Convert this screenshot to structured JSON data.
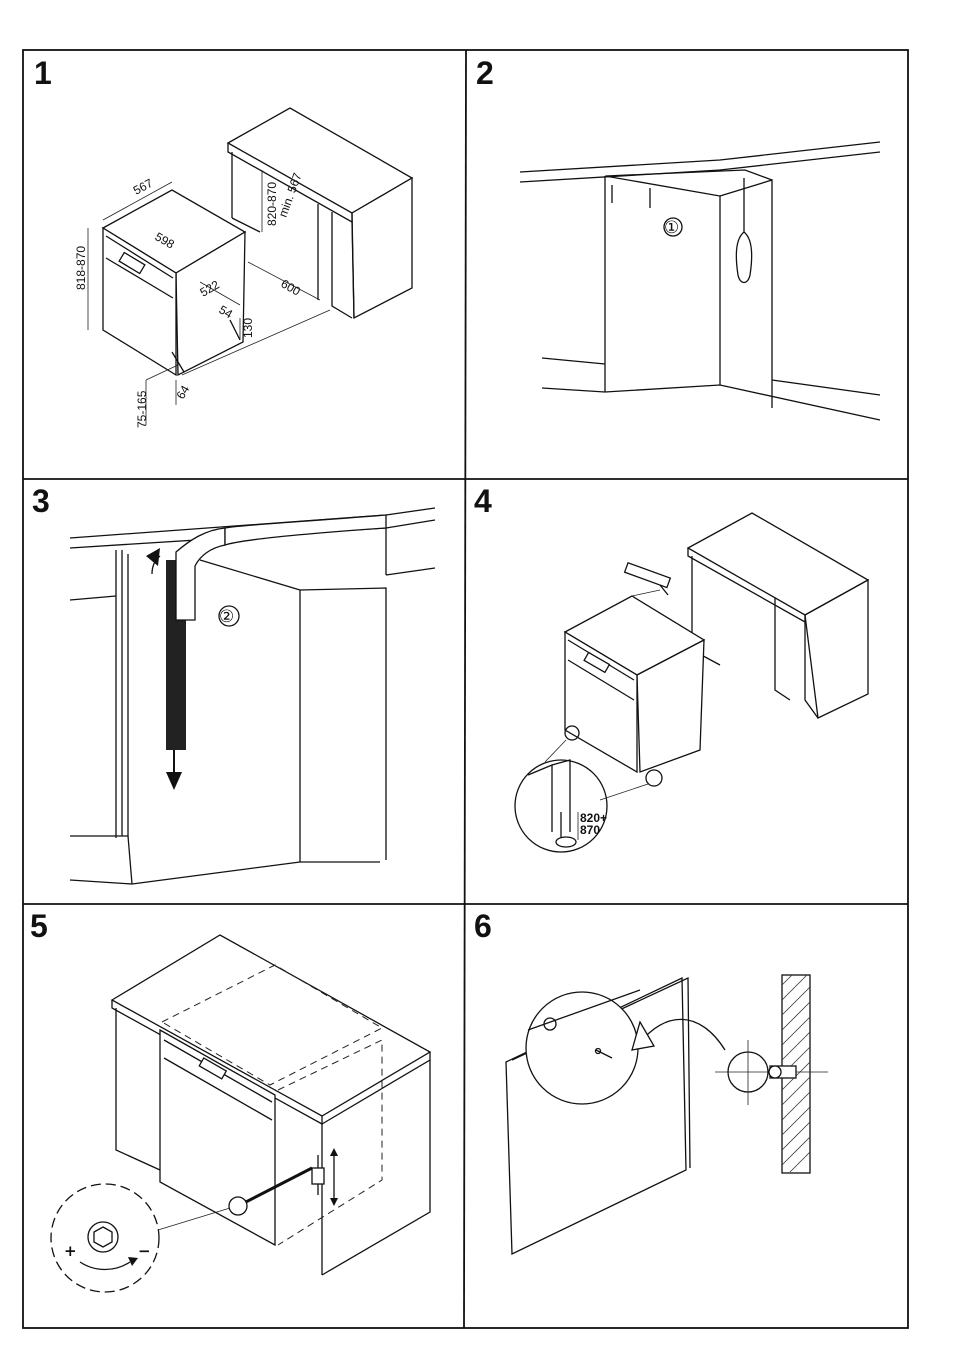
{
  "panels": [
    {
      "number": "1",
      "label": "panel-1"
    },
    {
      "number": "2",
      "label": "panel-2"
    },
    {
      "number": "3",
      "label": "panel-3"
    },
    {
      "number": "4",
      "label": "panel-4"
    },
    {
      "number": "5",
      "label": "panel-5"
    },
    {
      "number": "6",
      "label": "panel-6"
    }
  ],
  "panel1": {
    "dims": {
      "depth": "567",
      "width": "598",
      "height": "818-870",
      "niche_height": "820-870",
      "niche_depth": "min. 567",
      "niche_width": "600",
      "body_depth": "522",
      "foot_offset": "54",
      "plinth_height": "130",
      "plinth_depth": "64",
      "plinth_range": "75-165"
    }
  },
  "panel2": {
    "marker": "①"
  },
  "panel3": {
    "marker": "②"
  },
  "panel4": {
    "height_label_line1": "820+",
    "height_label_line2": "870"
  },
  "panel5": {
    "plus": "+",
    "minus": "−"
  },
  "colors": {
    "ink": "#111111",
    "paper": "#ffffff"
  }
}
